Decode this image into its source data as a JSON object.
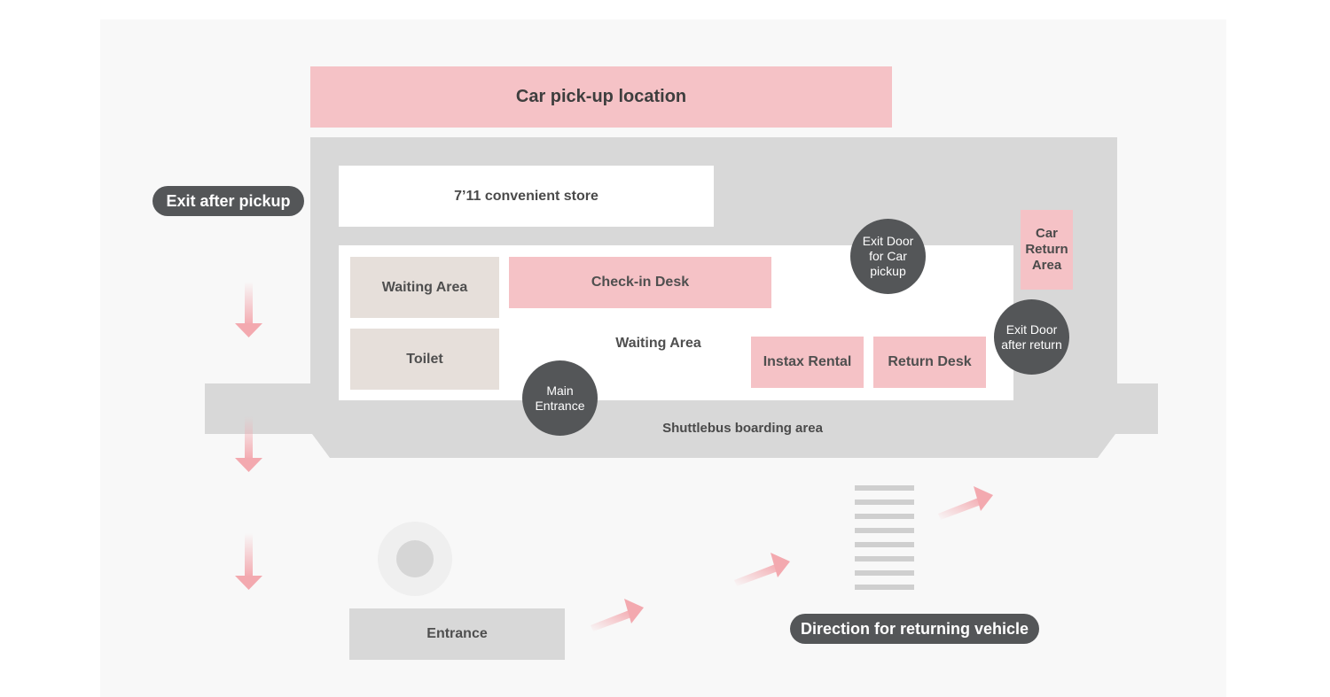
{
  "labels": {
    "car_pickup_location": "Car pick-up location",
    "convenient_store": "7’11 convenient store",
    "exit_after_pickup": "Exit after pickup",
    "waiting_area_left": "Waiting Area",
    "check_in_desk": "Check-in Desk",
    "exit_door_car_pickup": "Exit Door for Car pickup",
    "car_return_area": "Car Return Area",
    "toilet": "Toilet",
    "waiting_area_center": "Waiting Area",
    "instax_rental": "Instax Rental",
    "return_desk": "Return Desk",
    "exit_door_after_return": "Exit Door after return",
    "main_entrance": "Main Entrance",
    "shuttlebus_boarding_area": "Shuttlebus boarding area",
    "entrance": "Entrance",
    "direction_returning_vehicle": "Direction for returning vehicle"
  },
  "colors": {
    "pink_zone": "#f5c2c6",
    "beige_zone": "#e6dfda",
    "building_gray": "#d8d8d8",
    "dark_marker": "#545658",
    "arrow_pink": "#f3a9af",
    "background": "#f8f8f8"
  }
}
